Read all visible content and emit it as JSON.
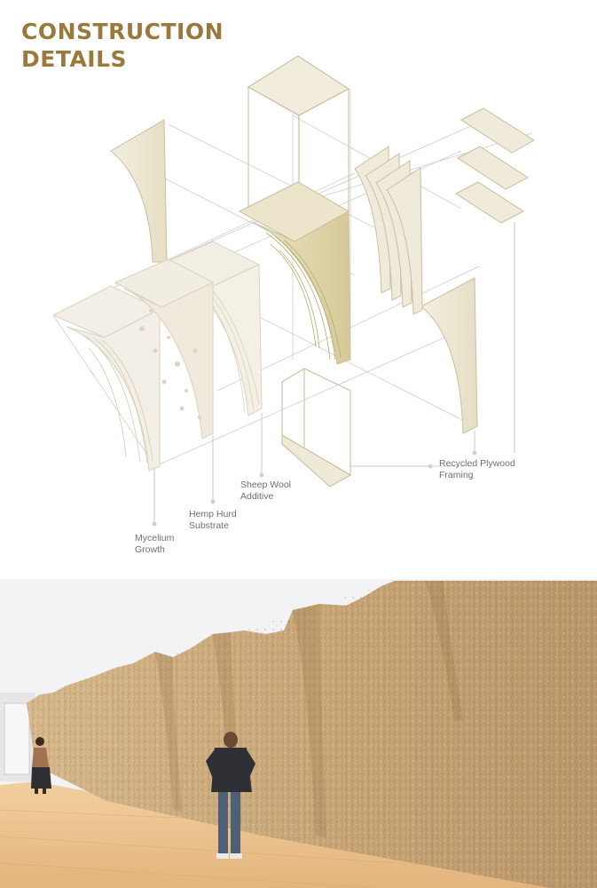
{
  "title": {
    "line1": "CONSTRUCTION",
    "line2": "DETAILS"
  },
  "labels": {
    "mycelium": {
      "line1": "Mycelium",
      "line2": "Growth"
    },
    "hemp": {
      "line1": "Hemp Hurd",
      "line2": "Substrate"
    },
    "wool": {
      "line1": "Sheep Wool",
      "line2": "Additive"
    },
    "plywood": {
      "line1": "Recycled Plywood",
      "line2": "Framing"
    }
  },
  "colors": {
    "title": "#9a7a3c",
    "panel_fill": "#efe9d8",
    "panel_stroke": "#c9bf9e",
    "line": "#c2c2c2",
    "wall": "#c9a77a",
    "floor": "#e7bd88",
    "sky": "#f2f2f4"
  }
}
